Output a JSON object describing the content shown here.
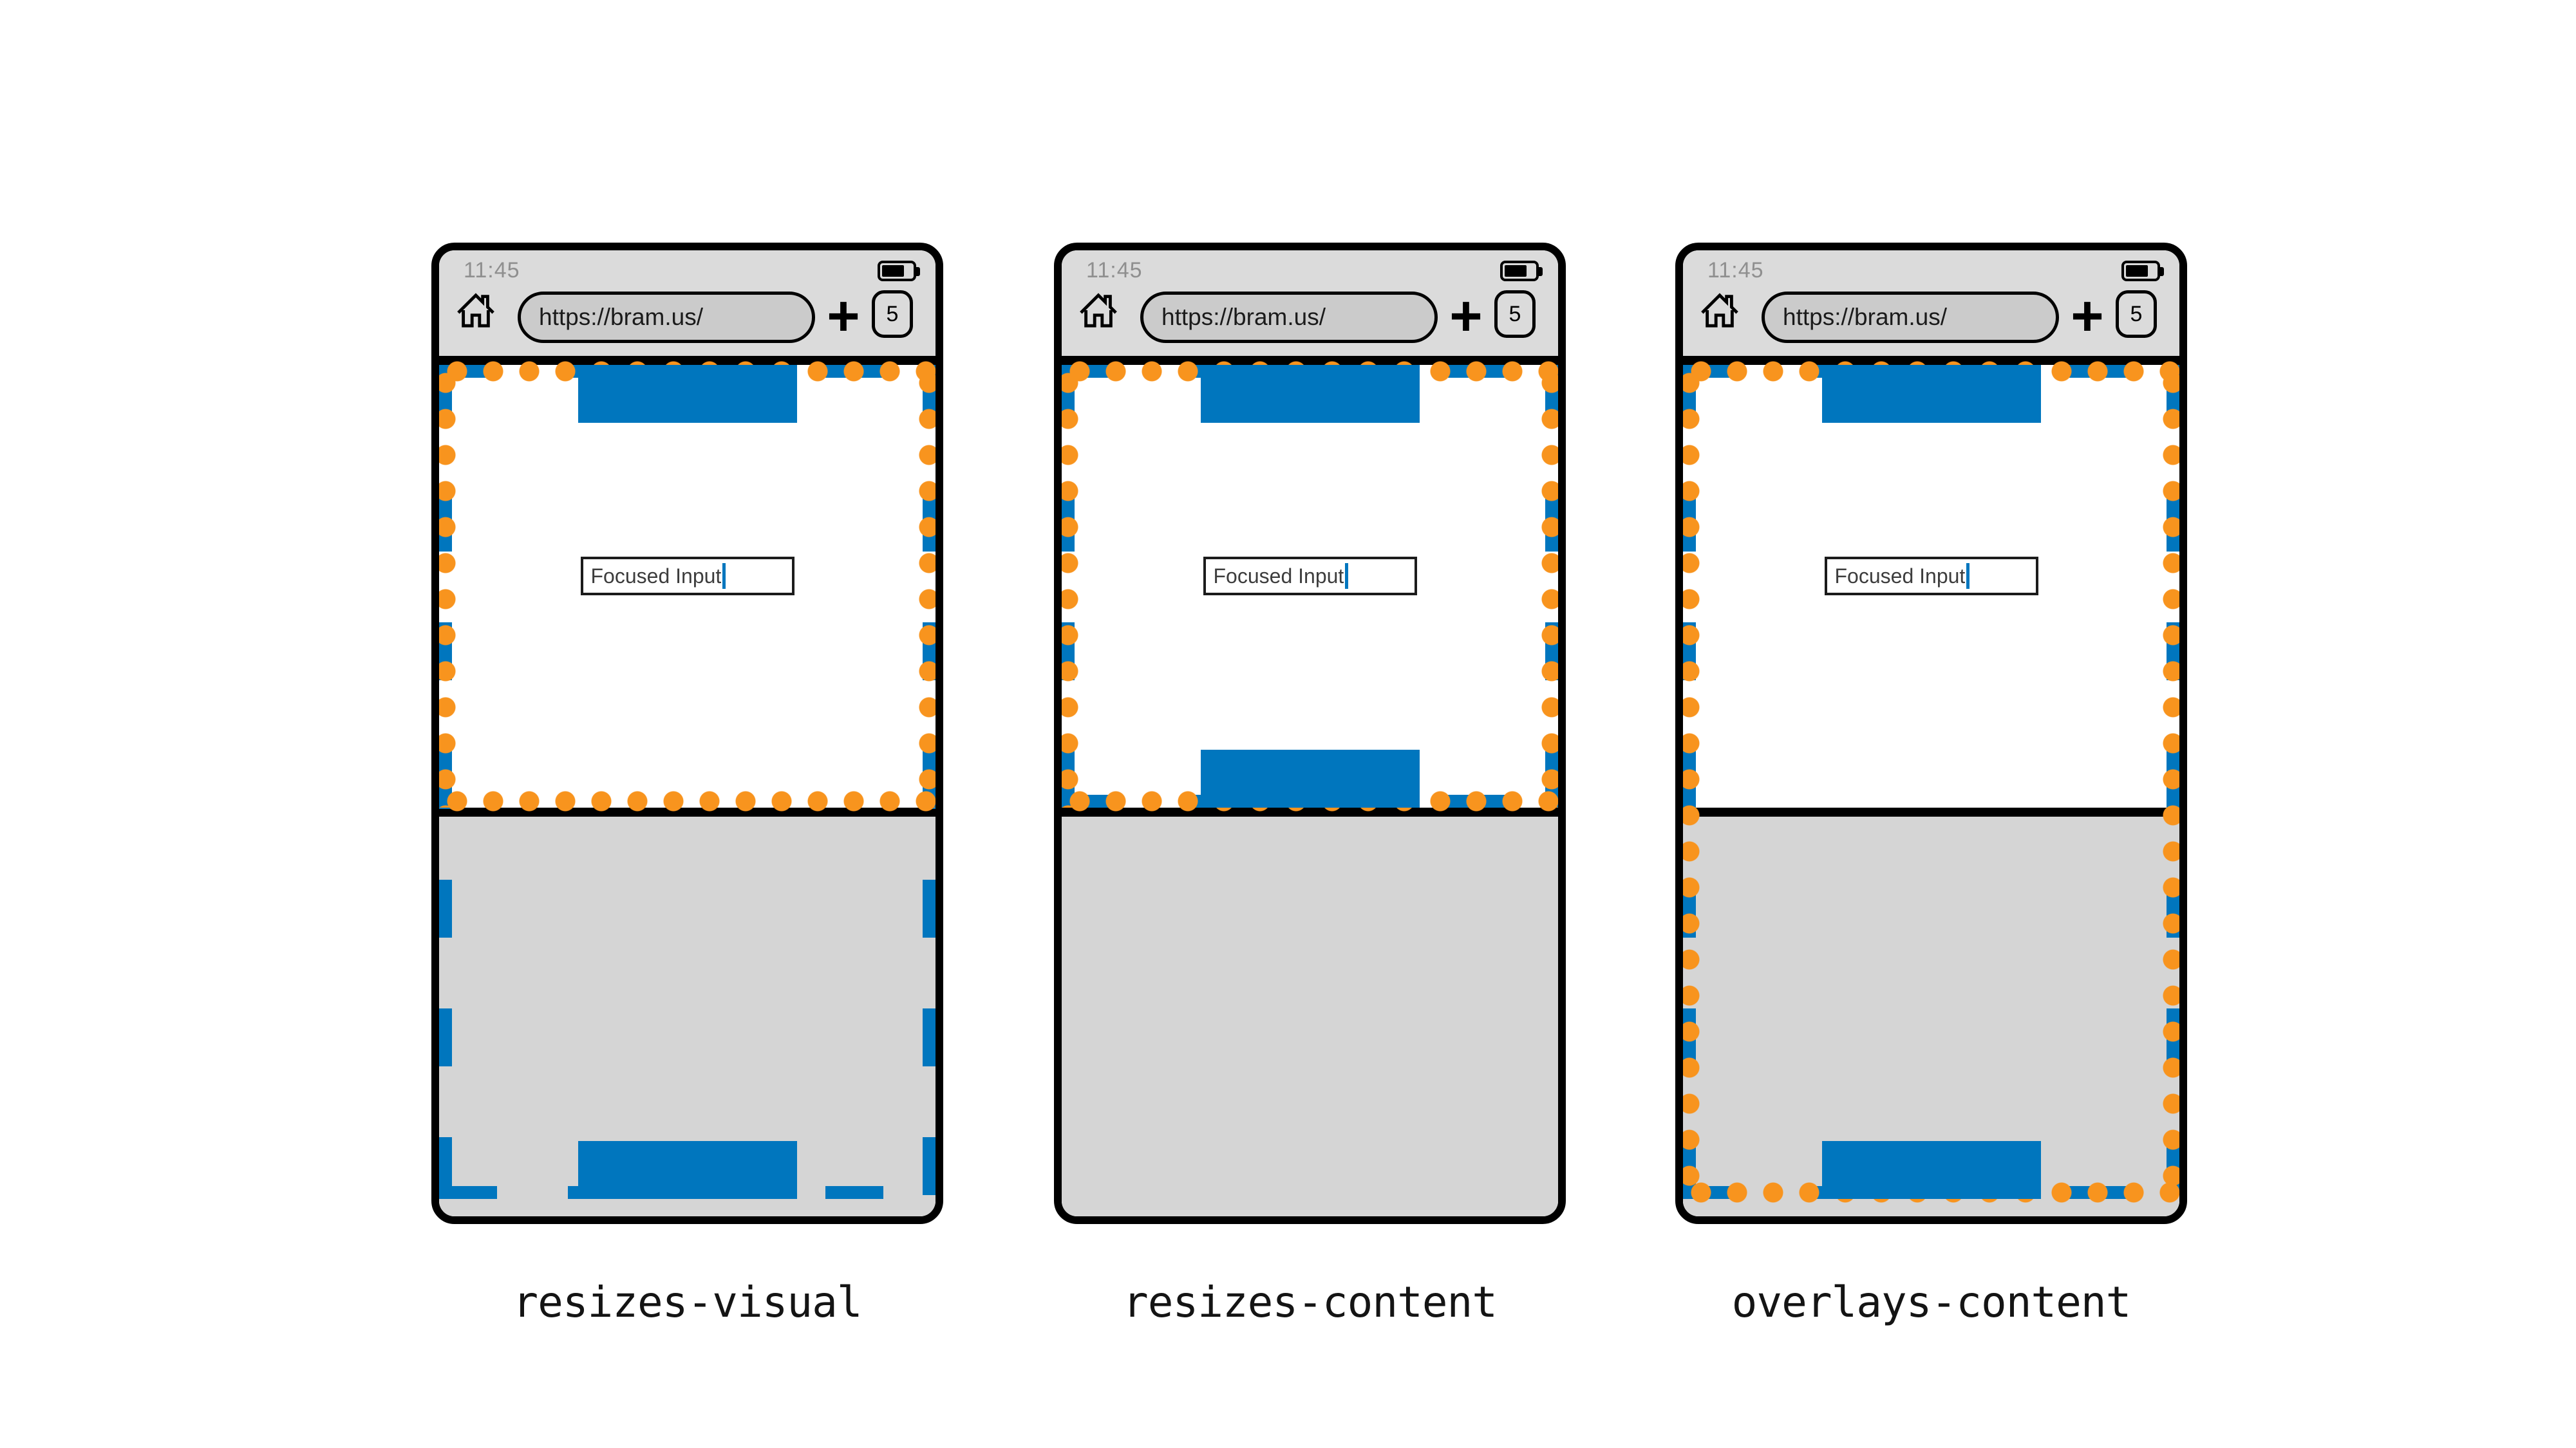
{
  "phone_chrome": {
    "status_time": "11:45",
    "url": "https://bram.us/",
    "new_tab_glyph": "+",
    "tab_count": "5"
  },
  "page_content": {
    "input_value": "Focused Input"
  },
  "modes": [
    {
      "label": "resizes-visual"
    },
    {
      "label": "resizes-content"
    },
    {
      "label": "overlays-content"
    }
  ],
  "colors": {
    "layout_viewport_blue": "#0076BE",
    "visual_viewport_orange": "#F8941E",
    "keyboard_gray": "#D5D5D5",
    "browser_chrome_gray": "#DBDBDB",
    "url_pill_gray": "#CBCBCB"
  },
  "icons": {
    "home": "home-outline-house",
    "battery": "battery-full",
    "new_tab": "plus-cross",
    "text_caret": "blue-text-cursor"
  }
}
